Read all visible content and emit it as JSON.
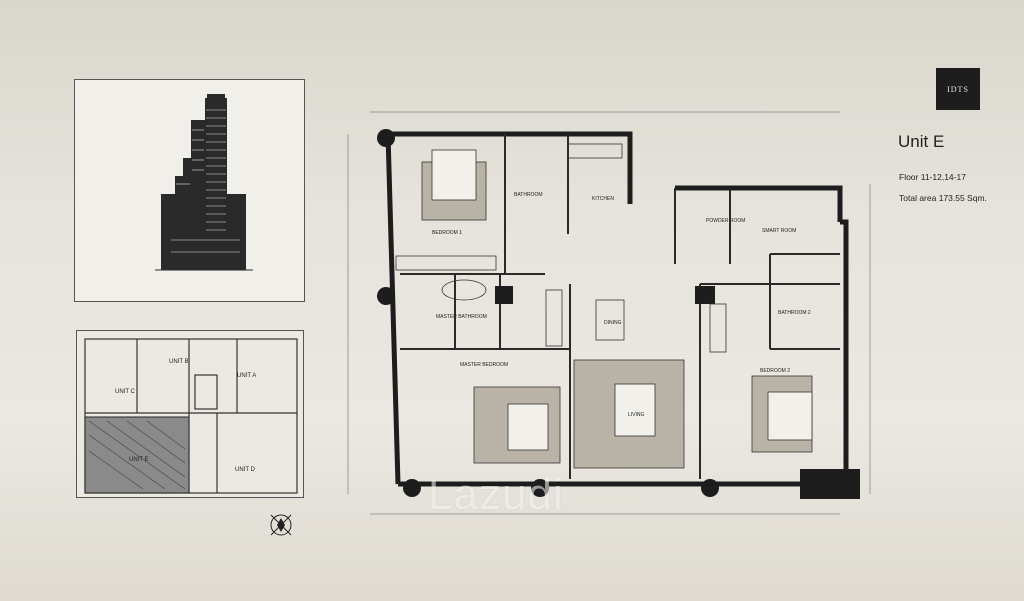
{
  "brand": {
    "logo_text": "IDTS"
  },
  "unit": {
    "title": "Unit E",
    "floor": "Floor 11-12,14-17",
    "area": "Total area  173.55  Sqm."
  },
  "rooms": {
    "bedroom1": "BEDROOM 1",
    "bathroom": "BATHROOM",
    "kitchen": "KITCHEN",
    "powder_room": "POWDER ROOM",
    "smart_room": "SMART ROOM",
    "master_bathroom": "MASTER BATHROOM",
    "dining": "DINING",
    "bathroom2": "BATHROOM 2",
    "master_bedroom": "MASTER BEDROOM",
    "living": "LIVING",
    "bedroom2": "BEDROOM 2"
  },
  "keyplan": {
    "unit_a": "UNIT A",
    "unit_b": "UNIT B",
    "unit_c": "UNIT C",
    "unit_d": "UNIT D",
    "unit_e": "UNIT E"
  },
  "watermark": "Lazudi"
}
